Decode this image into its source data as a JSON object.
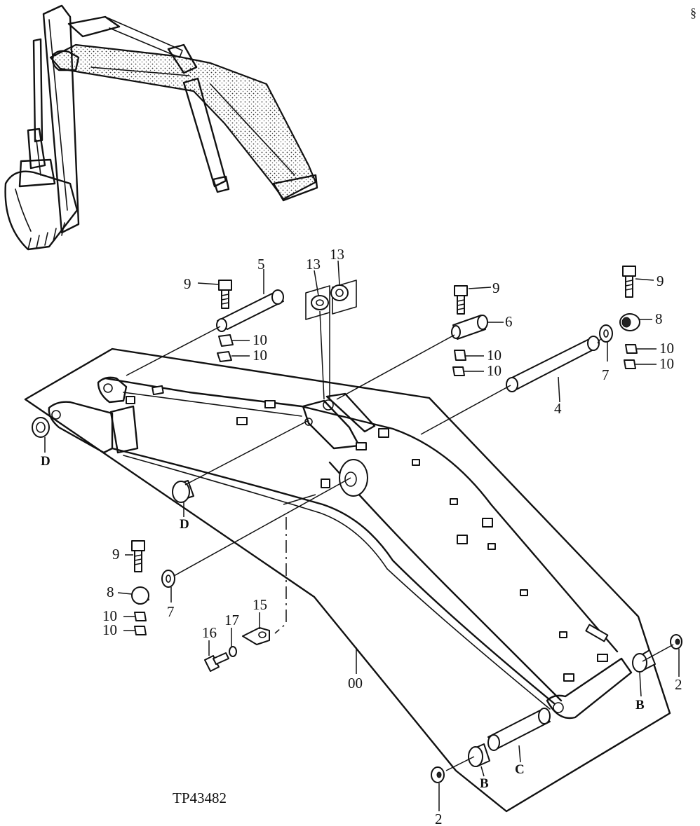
{
  "drawing_number": "TP43482",
  "corner_mark": "§",
  "callouts": {
    "part_00": "00",
    "part_2": "2",
    "part_4": "4",
    "part_5": "5",
    "part_6": "6",
    "part_7": "7",
    "part_8": "8",
    "part_9": "9",
    "part_10": "10",
    "part_13": "13",
    "part_15": "15",
    "part_16": "16",
    "part_17": "17",
    "ref_B": "B",
    "ref_C": "C",
    "ref_D": "D"
  }
}
